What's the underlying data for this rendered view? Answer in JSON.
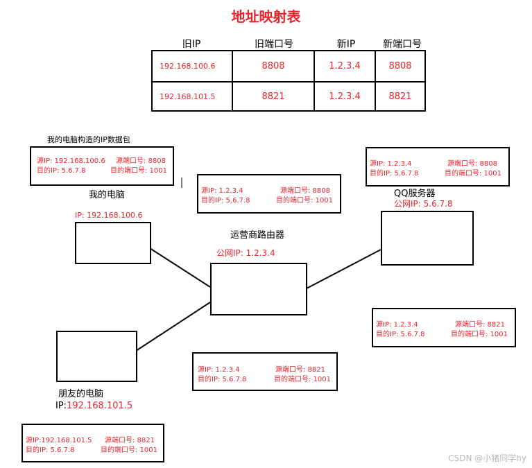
{
  "title": "地址映射表",
  "table": {
    "headers": [
      "旧IP",
      "旧端口号",
      "新IP",
      "新端口号"
    ],
    "rows": [
      [
        "192.168.100.6",
        "8808",
        "1.2.3.4",
        "8808"
      ],
      [
        "192.168.101.5",
        "8821",
        "1.2.3.4",
        "8821"
      ]
    ]
  },
  "my_pc": {
    "packet_caption": "我的电脑构造的IP数据包",
    "packet": {
      "src_ip": "源IP: 192.168.100.6",
      "src_port": "源端口号: 8808",
      "dst_ip": "目的IP: 5.6.7.8",
      "dst_port": "目的端口号: 1001"
    },
    "label": "我的电脑",
    "ip": "IP: 192.168.100.6"
  },
  "router": {
    "label": "运营商路由器",
    "ip": "公网IP: 1.2.3.4",
    "packet_out1": {
      "src_ip": "源IP: 1.2.3.4",
      "src_port": "源端口号: 8808",
      "dst_ip": "目的IP: 5.6.7.8",
      "dst_port": "目的端口号: 1001"
    },
    "packet_out2": {
      "src_ip": "源IP: 1.2.3.4",
      "src_port": "源端口号: 8821",
      "dst_ip": "目的IP: 5.6.7.8",
      "dst_port": "目的端口号: 1001"
    }
  },
  "qq_server": {
    "label": "QQ服务器",
    "ip": "公网IP: 5.6.7.8",
    "packet_in1": {
      "src_ip": "源IP: 1.2.3.4",
      "src_port": "源端口号: 8808",
      "dst_ip": "目的IP: 5.6.7.8",
      "dst_port": "目的端口号: 1001"
    },
    "packet_in2": {
      "src_ip": "源IP: 1.2.3.4",
      "src_port": "源端口号: 8821",
      "dst_ip": "目的IP: 5.6.7.8",
      "dst_port": "目的端口号: 1001"
    }
  },
  "friend_pc": {
    "label": "朋友的电脑",
    "ip_prefix": "IP:",
    "ip": "192.168.101.5",
    "packet": {
      "src_ip": "源IP:192.168.101.5",
      "src_port": "源端口号: 8821",
      "dst_ip": "目的IP: 5.6.7.8",
      "dst_port": "目的端口号: 1001"
    }
  },
  "watermark": "CSDN @小猪同学hy",
  "colors": {
    "accent": "#e8242c",
    "line": "#000000"
  }
}
